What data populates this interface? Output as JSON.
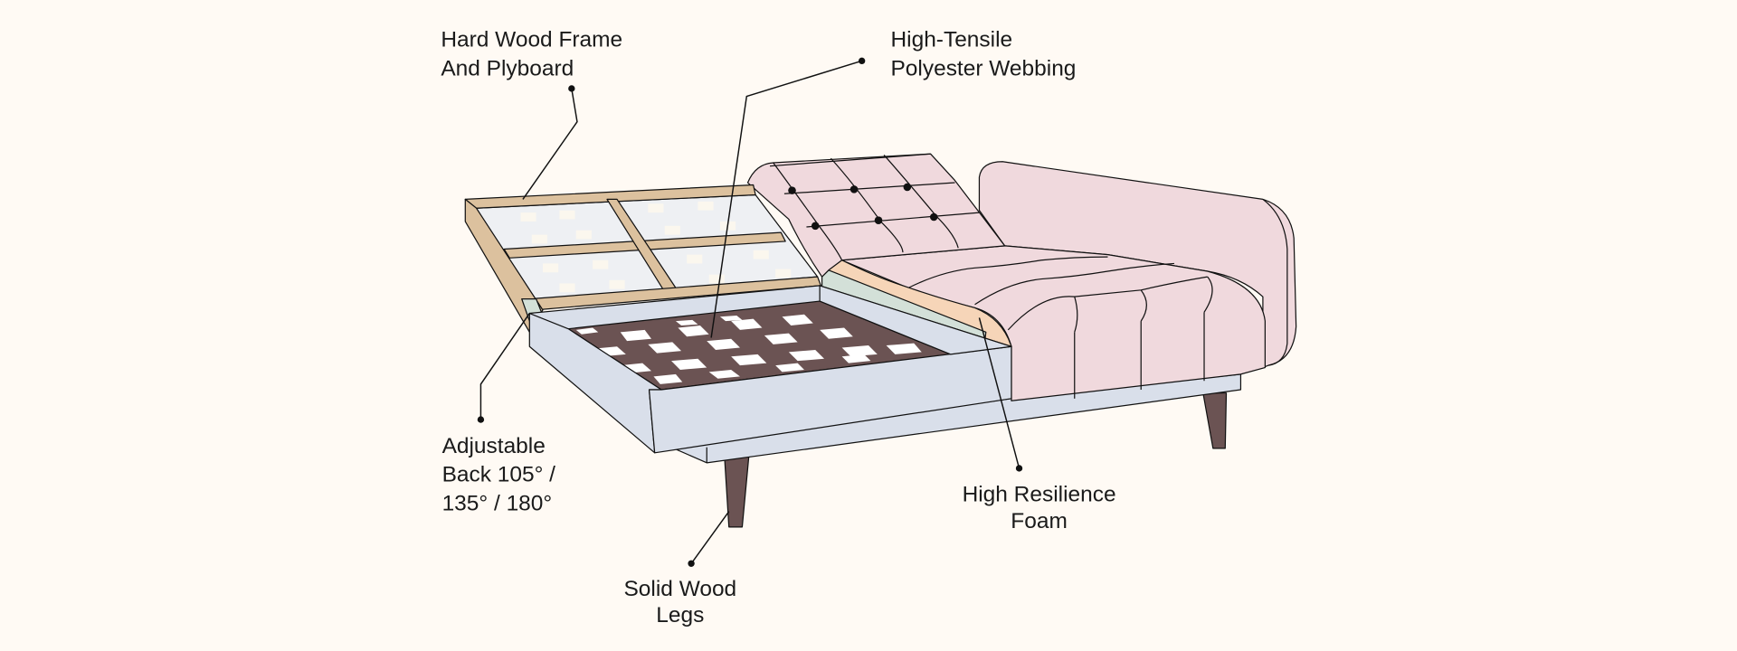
{
  "labels": {
    "frame": [
      "Hard Wood Frame",
      "And Plyboard"
    ],
    "webbing": [
      "High-Tensile",
      "Polyester Webbing"
    ],
    "back": [
      "Adjustable",
      "Back 105° /",
      "135° / 180°"
    ],
    "legs": [
      "Solid Wood",
      "Legs"
    ],
    "foam": [
      "High Resilience",
      "Foam"
    ]
  },
  "colors": {
    "background": "#fffaf4",
    "wood": "#dcc19e",
    "base": "#d9dfea",
    "webbing": "#6b5353",
    "upholstery": "#f0d9dd",
    "foam": "#f6d5b8",
    "foam_layer": "#d3e0d8",
    "legs": "#6b5353"
  }
}
